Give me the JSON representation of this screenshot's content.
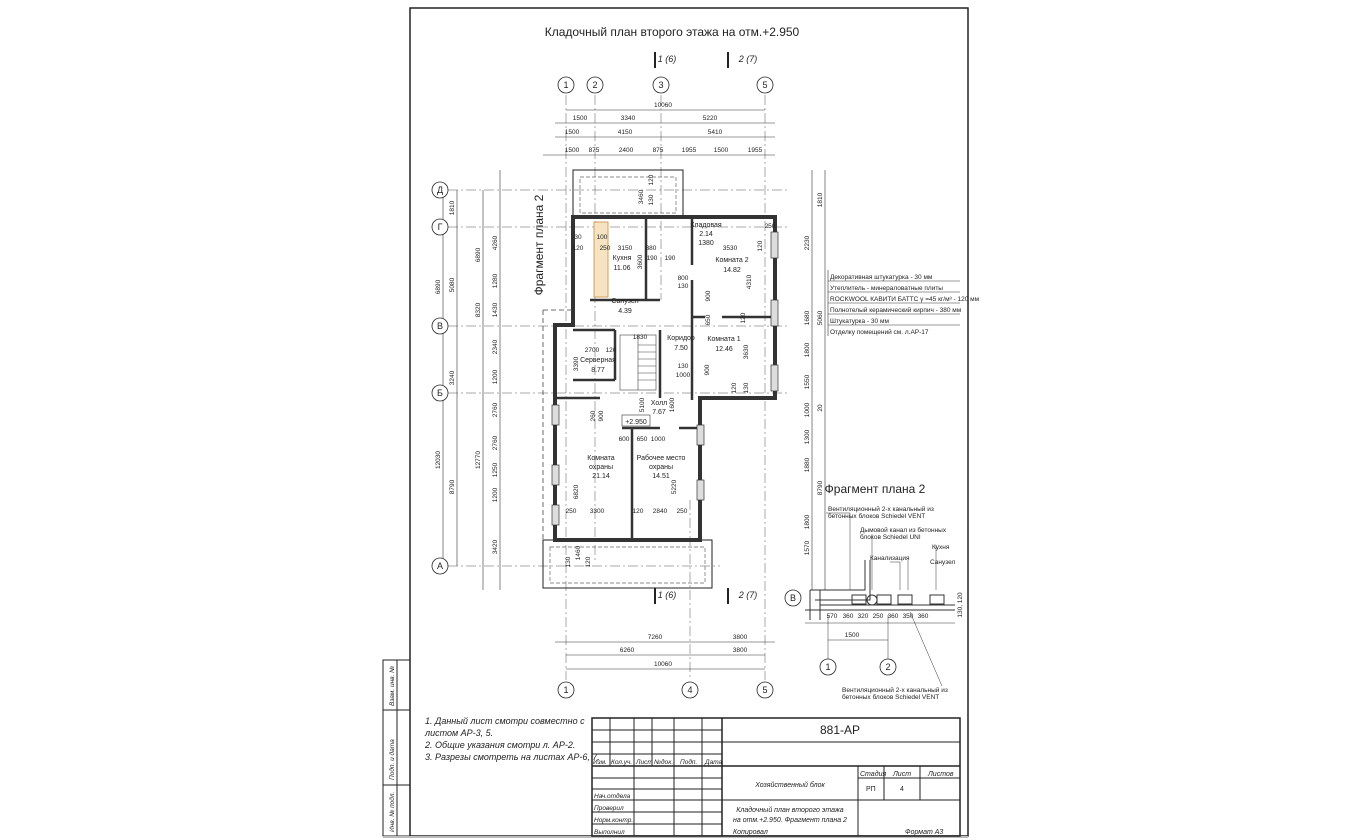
{
  "sheet": {
    "title": "Кладочный план второго этажа на отм.+2.950",
    "fragment_title": "Фрагмент плана 2",
    "fragment_title_rotated": "Фрагмент плана 2",
    "level_mark": "+2.950",
    "sections": {
      "s1_top": "1 (6)",
      "s2_top": "2 (7)",
      "s1_bottom": "1 (6)",
      "s2_bottom": "2 (7)"
    }
  },
  "axes": {
    "top": [
      "1",
      "2",
      "3",
      "5"
    ],
    "bottom": [
      "1",
      "4",
      "5"
    ],
    "left": [
      "Д",
      "Г",
      "В",
      "Б",
      "А"
    ],
    "fragment": [
      "1",
      "2",
      "В"
    ]
  },
  "dims": {
    "top_overall": "10060",
    "top_row1": [
      "1500",
      "3340",
      "5220"
    ],
    "top_row2": [
      "1500",
      "4150",
      "5410"
    ],
    "top_row3": [
      "1500",
      "875",
      "2400",
      "875",
      "1955",
      "1500",
      "1955"
    ],
    "bottom_row1": [
      "7260",
      "3800"
    ],
    "bottom_row2": [
      "6260",
      "3800"
    ],
    "bottom_overall": "10060",
    "left_outer": [
      "6890",
      "12030"
    ],
    "left_mid": [
      "1810",
      "5080",
      "3240",
      "8790"
    ],
    "left_inner": [
      "6890",
      "8320",
      "12770"
    ],
    "left_detail": [
      "4260",
      "1280",
      "1430",
      "2340",
      "1200",
      "2760",
      "2760",
      "1250",
      "1200",
      "3420"
    ],
    "right": [
      "1810",
      "2230",
      "5060",
      "1680",
      "1800",
      "1550",
      "1000",
      "20",
      "1300",
      "1880",
      "8790",
      "1800",
      "1570"
    ],
    "interior": [
      "3150",
      "380",
      "3530",
      "250",
      "120",
      "250",
      "100",
      "30",
      "120",
      "3600",
      "190",
      "190",
      "800",
      "130",
      "4310",
      "900",
      "650",
      "120",
      "1830",
      "2700",
      "120",
      "3390",
      "130",
      "1000",
      "900",
      "3630",
      "120",
      "130",
      "5100",
      "1600",
      "260",
      "900",
      "600",
      "650",
      "1000",
      "6820",
      "5220",
      "250",
      "3300",
      "120",
      "2840",
      "250",
      "1460",
      "130",
      "120",
      "3460",
      "130",
      "120"
    ]
  },
  "rooms": [
    {
      "name": "Кухня",
      "area": "11.06"
    },
    {
      "name": "Кладовая",
      "area": "2.14",
      "extra": "1380"
    },
    {
      "name": "Комната 2",
      "area": "14.82"
    },
    {
      "name": "Санузел",
      "area": "4.39"
    },
    {
      "name": "Серверная",
      "area": "8.77"
    },
    {
      "name": "Коридор",
      "area": "7.50"
    },
    {
      "name": "Комната 1",
      "area": "12.46"
    },
    {
      "name": "Холл",
      "area": "7.67"
    },
    {
      "name": "Комната",
      "name2": "охраны",
      "area": "21.14"
    },
    {
      "name": "Рабочее место",
      "name2": "охраны",
      "area": "14.51"
    }
  ],
  "wall_legend": [
    "Декоративная штукатурка          - 30 мм",
    "Утеплитель - минераловатные плиты",
    "ROCKWOOL КАВИТИ БАТТС γ =45 кг/м³ - 120 мм",
    "Полнотелый керамический кирпич      - 380 мм",
    "Штукатурка                                    - 30 мм",
    "Отделку помещений см. л.АР-17"
  ],
  "fragment": {
    "callout1": [
      "Вентиляционный 2-х канальный из",
      "бетонных блоков Schiedel VENT"
    ],
    "callout2": [
      "Дымовой канал из бетонных",
      "блоков Schiedel UNI"
    ],
    "callout3": "Канализация",
    "callout4": "Кухня",
    "callout5": "Санузел",
    "callout6": [
      "Вентиляционный 2-х канальный из",
      "бетонных блоков Schiedel VENT"
    ],
    "dims": [
      "570",
      "360",
      "320",
      "250",
      "360",
      "350",
      "360"
    ],
    "axis_dim": "1500",
    "side_dim": "130, 120"
  },
  "notes": [
    "1. Данный лист смотри совместно с",
    "листом АР-3, 5.",
    "2. Общие указания смотри л. АР-2.",
    "3. Разрезы смотреть на листах АР-6, 7."
  ],
  "side_strip": [
    "Взам. инв. №",
    "Подп. и дата",
    "Инв. № подл."
  ],
  "title_block": {
    "code": "881-АР",
    "headers": [
      "Изм.",
      "Кол.уч.",
      "Лист",
      "№док.",
      "Подп.",
      "Дата"
    ],
    "roles": [
      "Нач.отдела",
      "Проверил",
      "Норм.контр.",
      "Выполнил"
    ],
    "object": "Хозяйственный блок",
    "stage_headers": [
      "Стадия",
      "Лист",
      "Листов"
    ],
    "stage": "РП",
    "sheet_no": "4",
    "sheet_title": [
      "Кладочный план второго этажа",
      "на отм.+2.950. Фрагмент плана 2"
    ],
    "copied": "Копировал",
    "format": "Формат А3"
  }
}
